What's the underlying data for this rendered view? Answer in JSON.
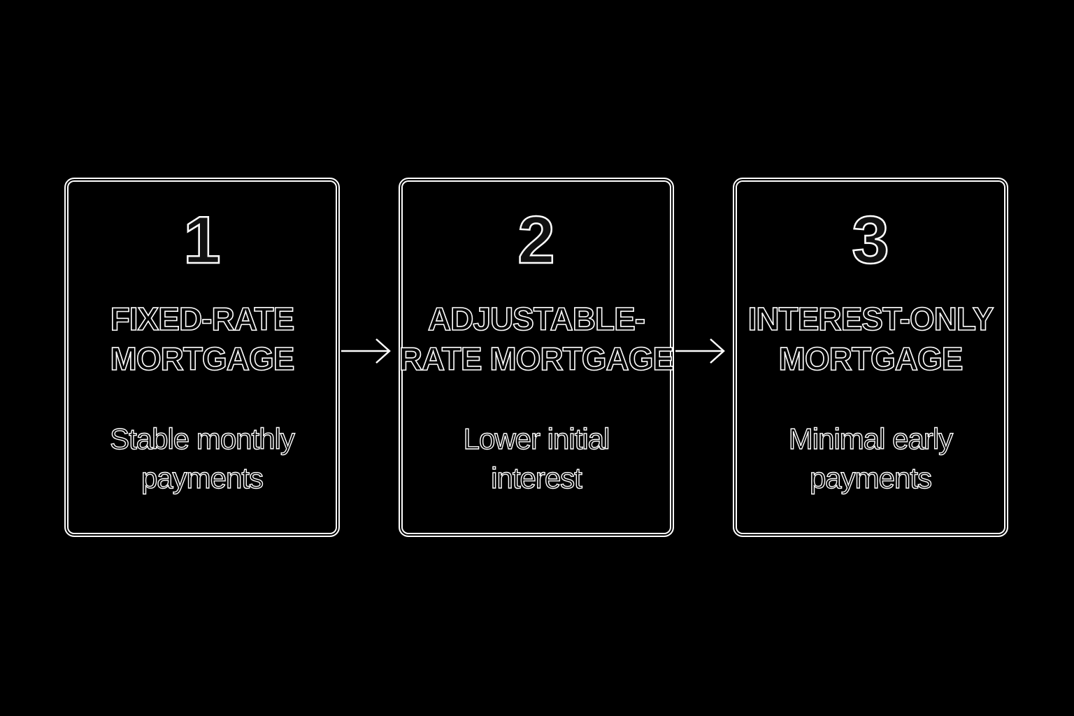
{
  "steps": [
    {
      "number": "1",
      "title": "FIXED-RATE\nMORTGAGE",
      "description": "Stable monthly\npayments"
    },
    {
      "number": "2",
      "title": "ADJUSTABLE-\nRATE MORTGAGE",
      "description": "Lower initial\ninterest"
    },
    {
      "number": "3",
      "title": "INTEREST-ONLY\nMORTGAGE",
      "description": "Minimal early\npayments"
    }
  ],
  "colors": {
    "background": "#000000",
    "outline": "#ffffff"
  },
  "icons": {
    "connector": "arrow-right-icon"
  }
}
